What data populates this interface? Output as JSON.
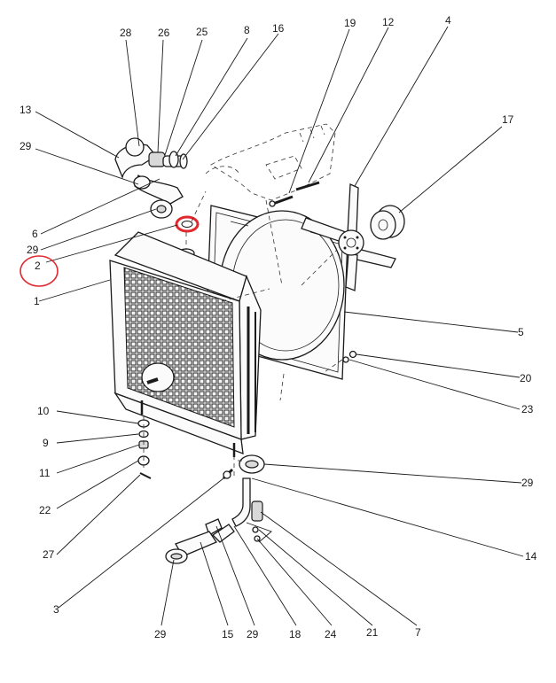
{
  "labels": {
    "p28": "28",
    "p26": "26",
    "p25": "25",
    "p8": "8",
    "p16": "16",
    "p19": "19",
    "p12": "12",
    "p4": "4",
    "p17": "17",
    "p13": "13",
    "p29a": "29",
    "p6": "6",
    "p29b": "29",
    "p2": "2",
    "p1": "1",
    "p5": "5",
    "p20": "20",
    "p23": "23",
    "p10": "10",
    "p9": "9",
    "p11": "11",
    "p22": "22",
    "p27": "27",
    "p29c": "29",
    "p14": "14",
    "p3": "3",
    "p29d": "29",
    "p15": "15",
    "p29e": "29",
    "p18": "18",
    "p24": "24",
    "p21": "21",
    "p7": "7"
  },
  "highlight": {
    "part": "2",
    "color": "#e0282e"
  }
}
